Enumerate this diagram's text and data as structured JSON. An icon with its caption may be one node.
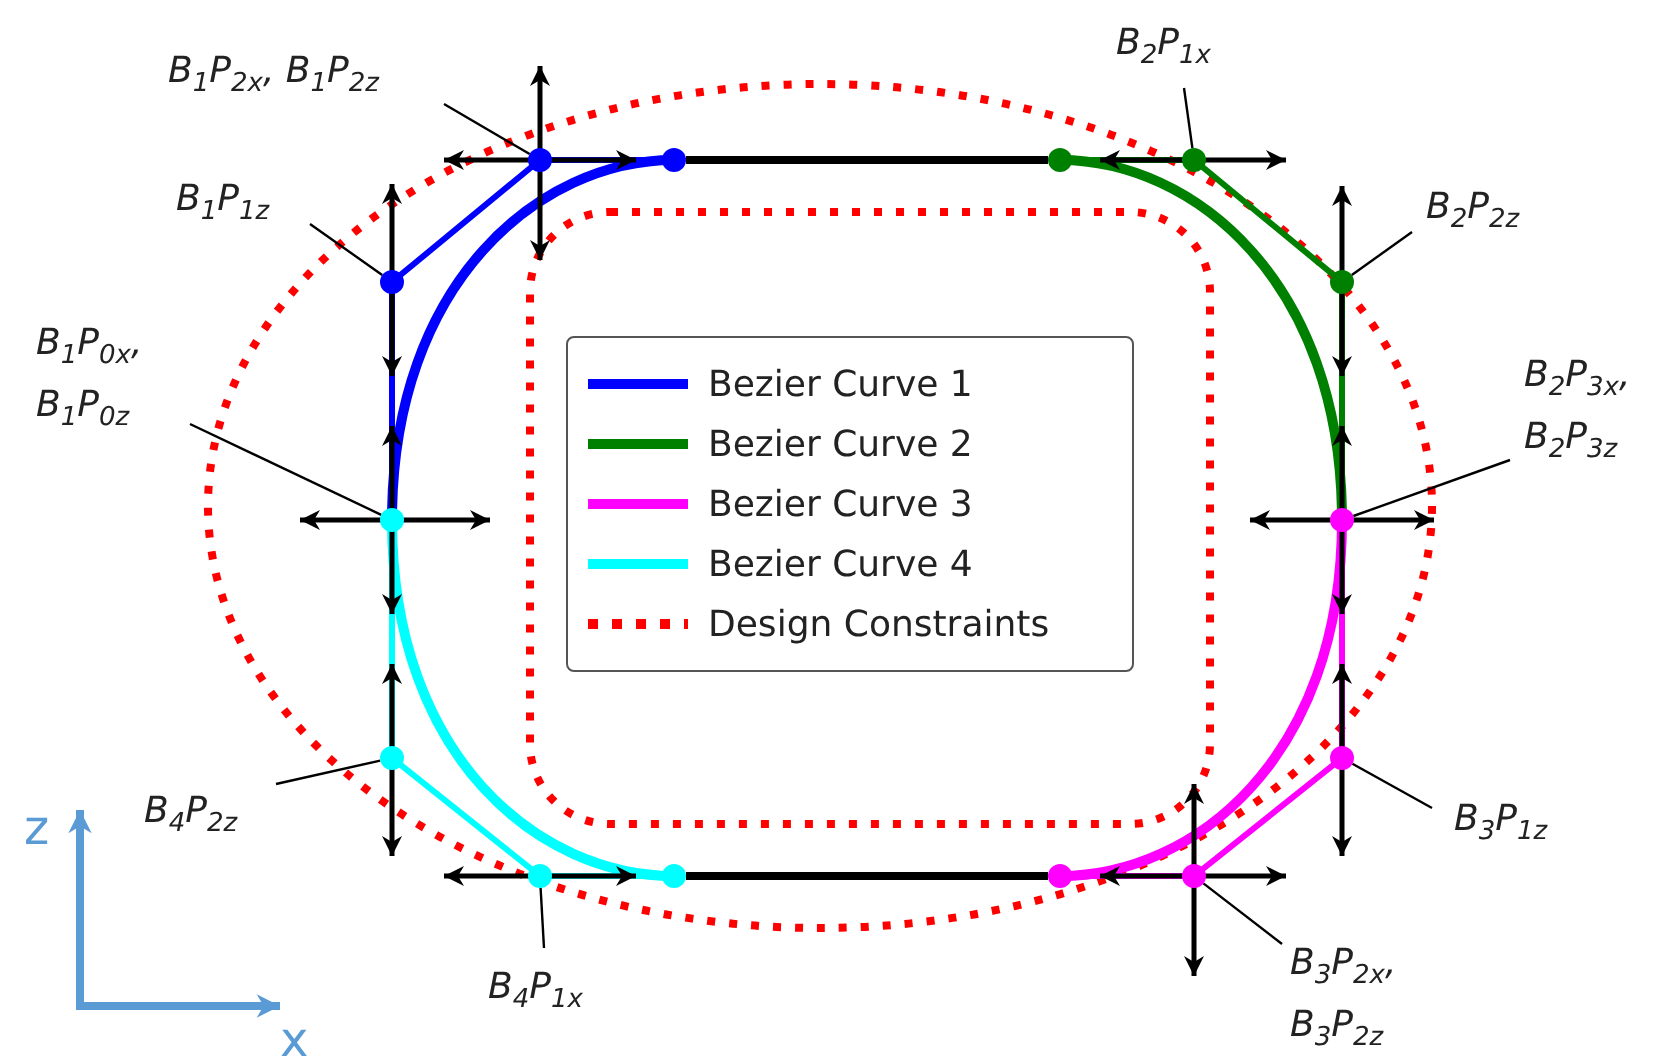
{
  "diagram": {
    "nodes": [
      {
        "text": [
          "B$_{1}$P$_{2x}$, B$_{1}$P$_{2z}$"
        ]
      },
      {
        "text": [
          "B$_{1}$P$_{1z}$"
        ]
      },
      {
        "text": [
          "B$_{1}$P$_{0x}$, B$_{1}$P$_{0z}$"
        ]
      },
      {
        "text": [
          "B$_{2}$P$_{1x}$"
        ]
      },
      {
        "text": [
          "B$_{2}$P$_{2z}$"
        ]
      },
      {
        "text": [
          "B$_{2}$P$_{3x}$, B$_{2}$P$_{3z}$"
        ]
      },
      {
        "text": [
          "B$_{3}$P$_{1z}$"
        ]
      },
      {
        "text": [
          "B$_{3}$P$_{2x}$, B$_{3}$P$_{2z}$"
        ]
      },
      {
        "text": [
          "B$_{4}$P$_{2z}$"
        ]
      },
      {
        "text": [
          "B$_{4}$P$_{1x}$"
        ]
      },
      {
        "text": [],
        "shape": "circle"
      },
      {
        "text": [],
        "shape": "circle"
      },
      {
        "text": [],
        "shape": "circle"
      },
      {
        "text": [],
        "shape": "circle"
      },
      {
        "text": [],
        "shape": "circle"
      },
      {
        "text": [],
        "shape": "circle"
      },
      {
        "text": [],
        "shape": "circle"
      },
      {
        "text": [],
        "shape": "circle"
      },
      {
        "text": [],
        "shape": "circle"
      },
      {
        "text": [],
        "shape": "circle"
      },
      {
        "text": [],
        "shape": "circle"
      },
      {
        "text": [],
        "shape": "circle"
      },
      {
        "text": [],
        "shape": "circle"
      },
      {
        "text": [],
        "shape": "circle"
      }
    ],
    "edges": [
      {
        "from": 0,
        "to": 10,
        "arrow": "none"
      },
      {
        "from": 1,
        "to": 11,
        "arrow": "none"
      },
      {
        "from": 2,
        "to": 12,
        "arrow": "none"
      },
      {
        "from": 3,
        "to": 13,
        "arrow": "none"
      },
      {
        "from": 4,
        "to": 14,
        "arrow": "none"
      },
      {
        "from": 5,
        "to": 15,
        "arrow": "none"
      },
      {
        "from": 6,
        "to": 16,
        "arrow": "none"
      },
      {
        "from": 7,
        "to": 17,
        "arrow": "none"
      },
      {
        "from": 8,
        "to": 18,
        "arrow": "none"
      },
      {
        "from": 9,
        "to": 19,
        "arrow": "none"
      },
      {
        "from": 20,
        "to": 21,
        "arrow": "none",
        "style": "thick"
      },
      {
        "from": 23,
        "to": 22,
        "arrow": "none",
        "style": "thick"
      }
    ],
    "labels": [
      "z",
      "x"
    ],
    "legend": [
      {
        "text": "Bezier Curve 1",
        "color": "#0000ff"
      },
      {
        "text": "Bezier Curve 2",
        "color": "#008000"
      },
      {
        "text": "Bezier Curve 3",
        "color": "#ff00ff"
      },
      {
        "text": "Bezier Curve 4",
        "color": "#00ffff"
      },
      {
        "text": "Design Constraints"
      }
    ]
  }
}
